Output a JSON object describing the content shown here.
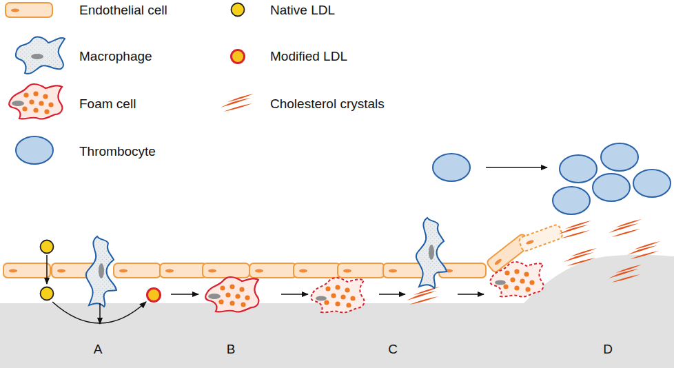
{
  "diagram": {
    "labels": [
      "A",
      "B",
      "C",
      "D"
    ],
    "legend": [
      {
        "text": "Endothelial cell"
      },
      {
        "text": "Macrophage"
      },
      {
        "text": "Foam cell"
      },
      {
        "text": "Thrombocyte"
      },
      {
        "text": "Native LDL"
      },
      {
        "text": "Modified LDL"
      },
      {
        "text": "Cholesterol crystals"
      }
    ]
  }
}
